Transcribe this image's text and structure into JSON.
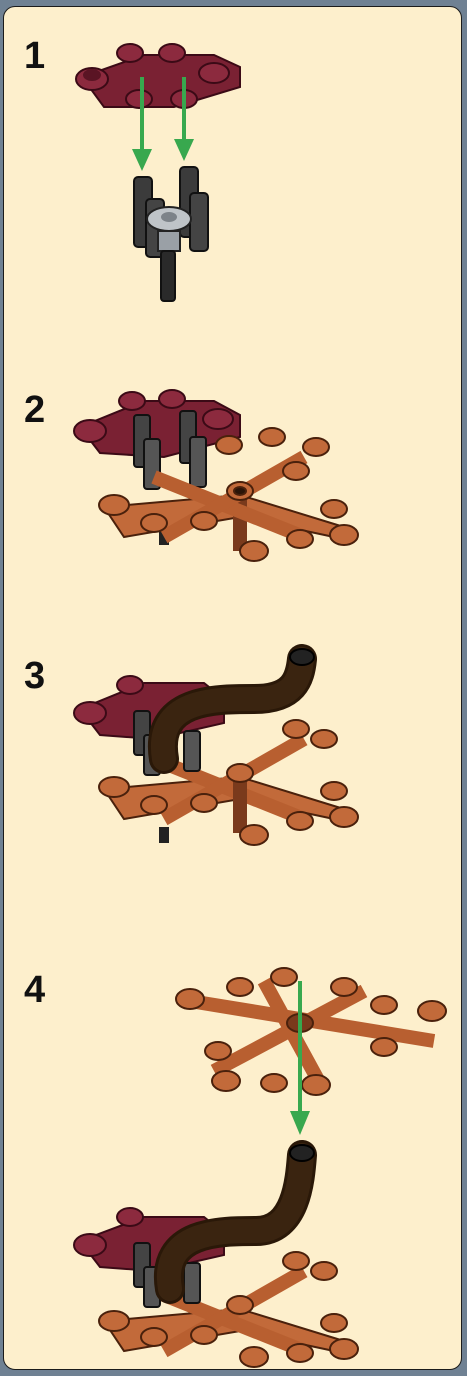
{
  "colors": {
    "background": "#fdefcc",
    "frame": "#6f8193",
    "maroon_plate": "#7a2133",
    "maroon_dark": "#4e0f1e",
    "orange_plate": "#c26a3a",
    "orange_dark": "#7a3a1c",
    "gray_bar": "#3b3b3b",
    "gray_light": "#bfc4c8",
    "brown_tube": "#3a2410",
    "arrow_green": "#38a84e"
  },
  "steps": [
    {
      "number": "1",
      "parts": [
        "maroon-plates",
        "gray-bar-holder"
      ],
      "arrows": 2
    },
    {
      "number": "2",
      "parts": [
        "maroon-plates",
        "gray-bar-holder",
        "orange-snowflake"
      ],
      "arrows": 0
    },
    {
      "number": "3",
      "parts": [
        "maroon-plates",
        "gray-bar-holder",
        "orange-snowflake",
        "brown-tube"
      ],
      "arrows": 0
    },
    {
      "number": "4",
      "parts": [
        "orange-snowflake",
        "maroon-plates",
        "gray-bar-holder",
        "orange-snowflake",
        "brown-tube"
      ],
      "arrows": 1
    }
  ]
}
